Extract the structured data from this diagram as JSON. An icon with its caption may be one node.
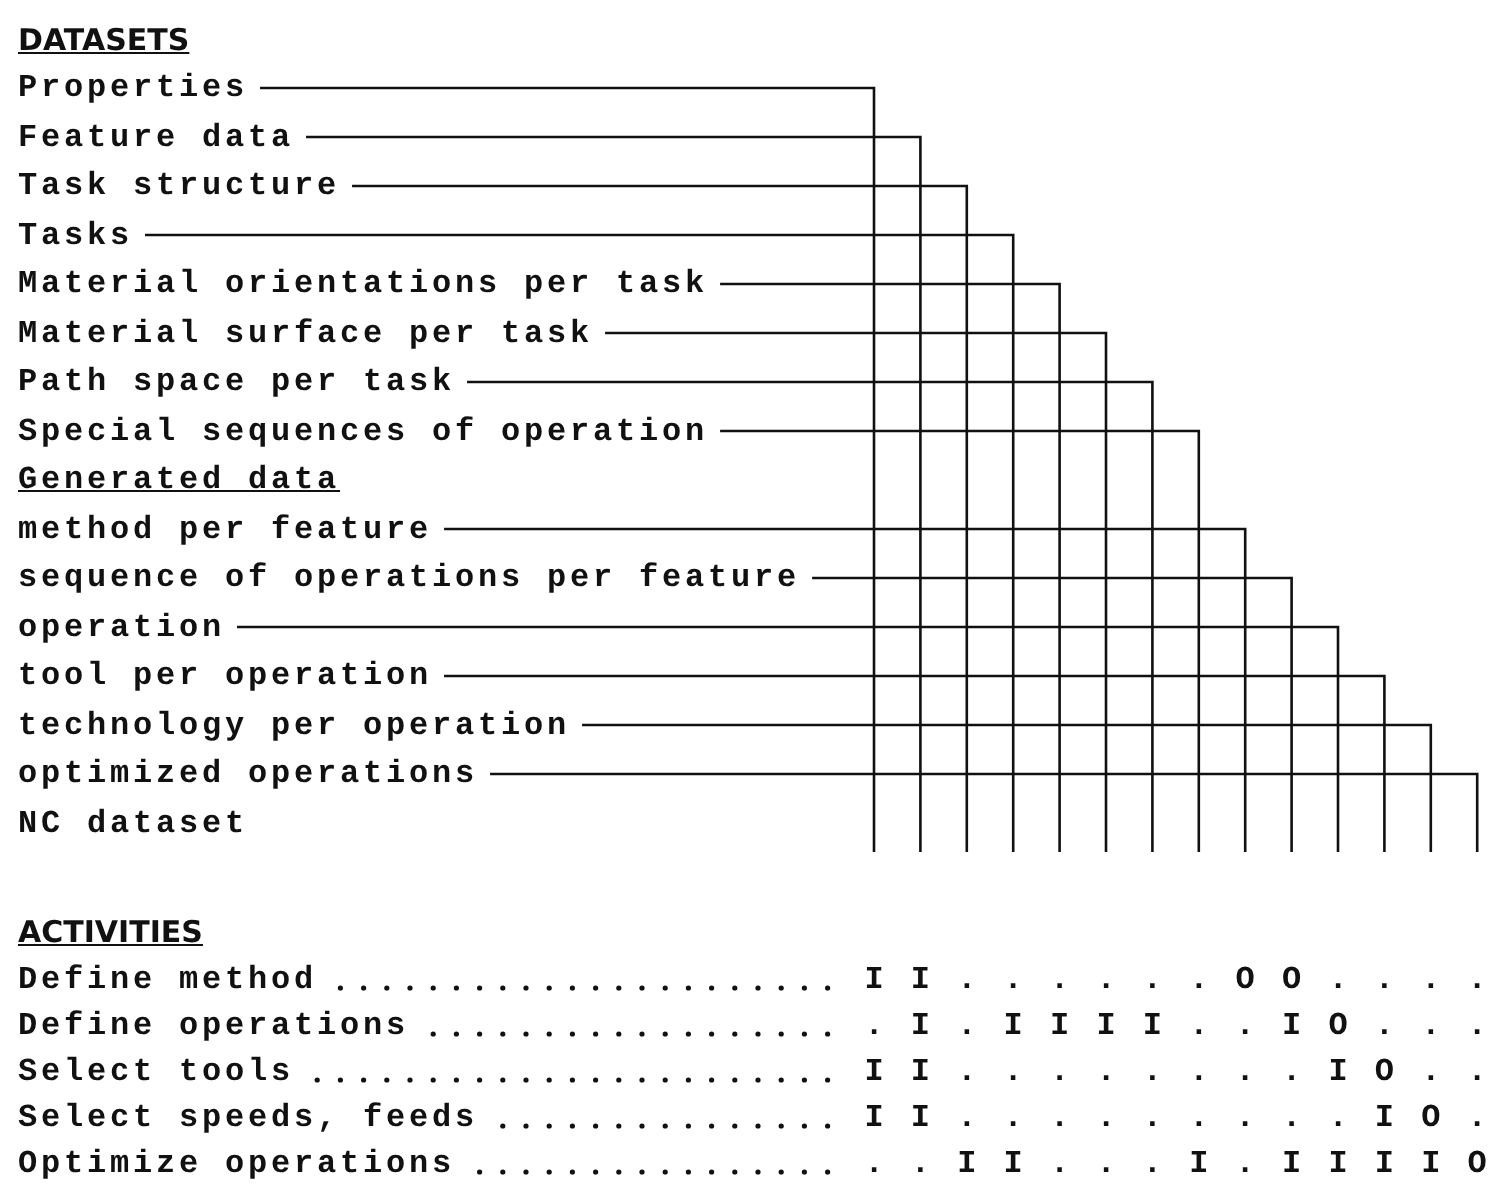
{
  "diagram": {
    "nodes": [
      {
        "text": [
          "Properties"
        ]
      },
      {
        "text": [
          "Feature data"
        ]
      },
      {
        "text": [
          "Task structure"
        ]
      },
      {
        "text": [
          "Tasks"
        ]
      },
      {
        "text": [
          "Material orientations per task"
        ]
      },
      {
        "text": [
          "Material surface per task"
        ]
      },
      {
        "text": [
          "Path space per task"
        ]
      },
      {
        "text": [
          "Special sequences of operation"
        ]
      },
      {
        "text": [
          "method per feature"
        ]
      },
      {
        "text": [
          "sequence of operations per feature"
        ]
      },
      {
        "text": [
          "operation"
        ]
      },
      {
        "text": [
          "tool per operation"
        ]
      },
      {
        "text": [
          "technology per operation"
        ]
      },
      {
        "text": [
          "optimized operations"
        ]
      }
    ],
    "edges": [
      {
        "from": 0,
        "to": null,
        "arrow": "none"
      },
      {
        "from": 1,
        "to": null,
        "arrow": "none"
      },
      {
        "from": 2,
        "to": null,
        "arrow": "none"
      },
      {
        "from": 3,
        "to": null,
        "arrow": "none"
      },
      {
        "from": 4,
        "to": null,
        "arrow": "none"
      },
      {
        "from": 5,
        "to": null,
        "arrow": "none"
      },
      {
        "from": 6,
        "to": null,
        "arrow": "none"
      },
      {
        "from": 7,
        "to": null,
        "arrow": "none"
      },
      {
        "from": 8,
        "to": null,
        "arrow": "none"
      },
      {
        "from": 9,
        "to": null,
        "arrow": "none"
      },
      {
        "from": 10,
        "to": null,
        "arrow": "none"
      },
      {
        "from": 11,
        "to": null,
        "arrow": "none"
      },
      {
        "from": 12,
        "to": null,
        "arrow": "none"
      },
      {
        "from": 13,
        "to": null,
        "arrow": "none"
      }
    ],
    "labels": [
      "DATASETS",
      "Generated data",
      "NC dataset",
      "ACTIVITIES",
      "Define method",
      "I",
      "I",
      ".",
      ".",
      ".",
      ".",
      ".",
      ".",
      "O",
      "O",
      ".",
      ".",
      ".",
      ".",
      "Define operations",
      ".",
      "I",
      ".",
      "I",
      "I",
      "I",
      "I",
      ".",
      ".",
      "I",
      "O",
      ".",
      ".",
      ".",
      "Select tools",
      "I",
      "I",
      ".",
      ".",
      ".",
      ".",
      ".",
      ".",
      ".",
      ".",
      "I",
      "O",
      ".",
      ".",
      "Select speeds, feeds",
      "I",
      "I",
      ".",
      ".",
      ".",
      ".",
      ".",
      ".",
      ".",
      ".",
      ".",
      "I",
      "O",
      ".",
      "Optimize operations",
      ".",
      ".",
      "I",
      "I",
      ".",
      ".",
      ".",
      "I",
      ".",
      "I",
      "I",
      "I",
      "I",
      "O"
    ]
  }
}
